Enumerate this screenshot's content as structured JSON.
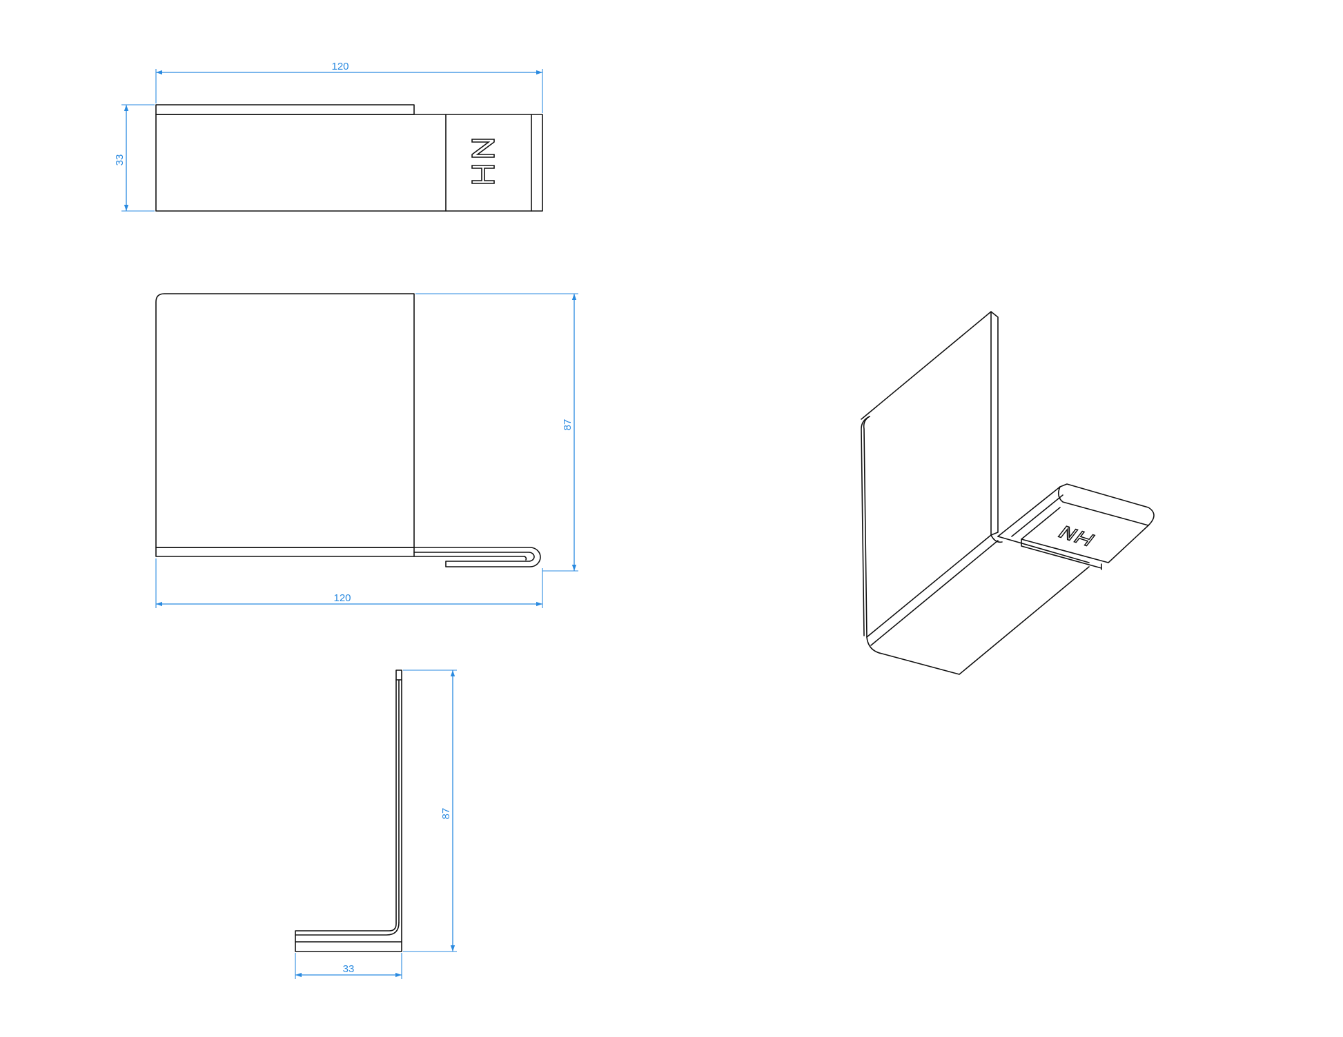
{
  "drawing": {
    "colors": {
      "outline": "#111111",
      "dimension": "#2a8ae0",
      "background": "#ffffff"
    },
    "top_view": {
      "dim_width": "120",
      "dim_height": "33"
    },
    "front_view": {
      "dim_width": "120",
      "dim_height": "87"
    },
    "side_view": {
      "dim_depth": "33",
      "dim_height": "87"
    }
  }
}
